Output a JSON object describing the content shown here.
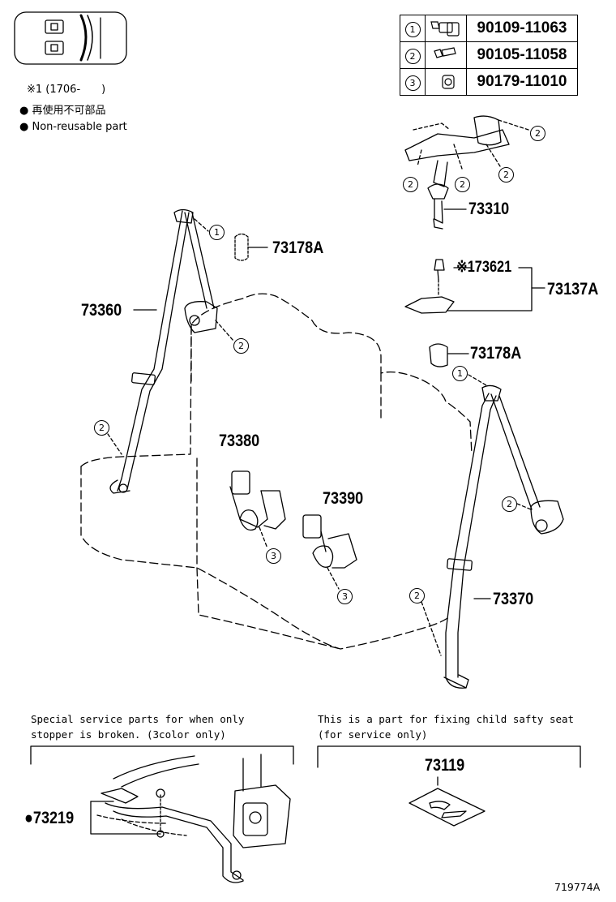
{
  "legend_table": {
    "rows": [
      {
        "callout": "1",
        "part_no": "90109-11063",
        "icon": "bolt-with-washer-icon"
      },
      {
        "callout": "2",
        "part_no": "90105-11058",
        "icon": "bolt-icon"
      },
      {
        "callout": "3",
        "part_no": "90179-11010",
        "icon": "nut-icon"
      }
    ]
  },
  "notes": {
    "applicability": "※1 (1706-　　)",
    "non_reusable_jp": "再使用不可部品",
    "non_reusable_en": "Non-reusable part"
  },
  "parts": {
    "p73310": "73310",
    "p73178A_top": "73178A",
    "p73621": "※173621",
    "p73137A": "73137A",
    "p73178A_right": "73178A",
    "p73360": "73360",
    "p73380": "73380",
    "p73390": "73390",
    "p73370": "73370",
    "p73219": "●73219",
    "p73119": "73119"
  },
  "callouts": {
    "c1": "1",
    "c2": "2",
    "c3": "3"
  },
  "bottom_left": {
    "line1": "Special service parts for when only",
    "line2": "stopper is broken. (3color only)"
  },
  "bottom_right": {
    "line1": "This is a part for fixing child safty seat",
    "line2": "(for service only)"
  },
  "figure_id": "719774A"
}
